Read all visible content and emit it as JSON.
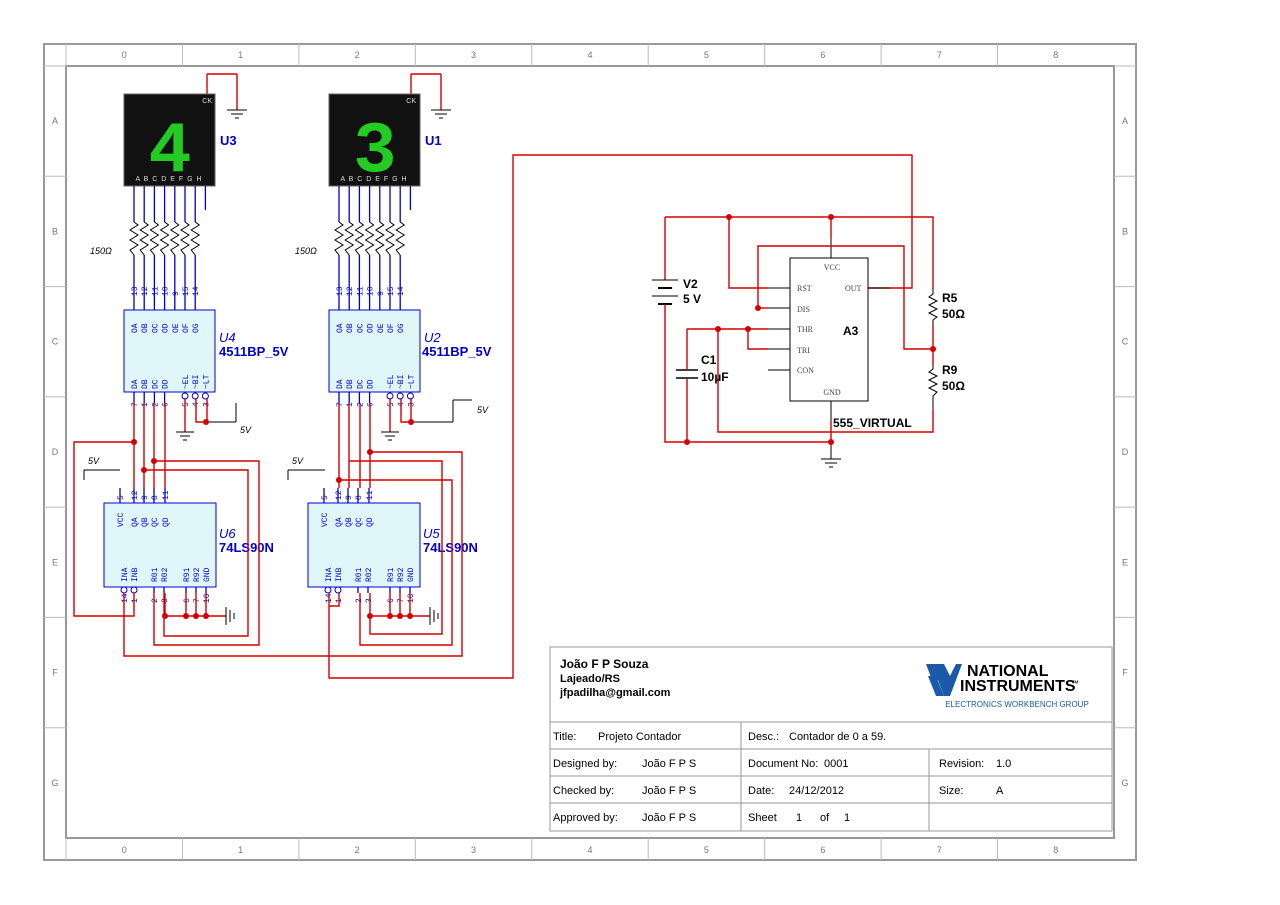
{
  "grid": {
    "columns": [
      "0",
      "1",
      "2",
      "3",
      "4",
      "5",
      "6",
      "7",
      "8"
    ],
    "rows": [
      "A",
      "B",
      "C",
      "D",
      "E",
      "F",
      "G"
    ]
  },
  "displays": [
    {
      "ref": "U3",
      "digit": "4",
      "ck": "CK",
      "segments": "A B C D E F G H"
    },
    {
      "ref": "U1",
      "digit": "3",
      "ck": "CK",
      "segments": "A B C D E F G H"
    }
  ],
  "resistor_arrays": [
    {
      "value": "150Ω",
      "pins": [
        "13",
        "12",
        "11",
        "10",
        "9",
        "15",
        "14"
      ]
    },
    {
      "value": "150Ω",
      "pins": [
        "13",
        "12",
        "11",
        "10",
        "9",
        "15",
        "14"
      ]
    }
  ],
  "decoders": [
    {
      "ref": "U4",
      "part": "4511BP_5V",
      "top_pins": [
        "OA",
        "OB",
        "OC",
        "OD",
        "OE",
        "OF",
        "OG"
      ],
      "bottom_pins": [
        "DA",
        "DB",
        "DC",
        "DD",
        "~EL",
        "~BI",
        "~LT"
      ],
      "bottom_nums": [
        "7",
        "1",
        "2",
        "6",
        "5",
        "4",
        "3"
      ],
      "vcc": "5V"
    },
    {
      "ref": "U2",
      "part": "4511BP_5V",
      "top_pins": [
        "OA",
        "OB",
        "OC",
        "OD",
        "OE",
        "OF",
        "OG"
      ],
      "bottom_pins": [
        "DA",
        "DB",
        "DC",
        "DD",
        "~EL",
        "~BI",
        "~LT"
      ],
      "bottom_nums": [
        "7",
        "1",
        "2",
        "6",
        "5",
        "4",
        "3"
      ],
      "vcc": "5V"
    }
  ],
  "counters": [
    {
      "ref": "U6",
      "part": "74LS90N",
      "top_pins": [
        "VCC",
        "QA",
        "QB",
        "QC",
        "QD"
      ],
      "top_nums": [
        "5",
        "12",
        "9",
        "8",
        "11"
      ],
      "bottom_pins": [
        "INA",
        "INB",
        "R01",
        "R02",
        "R91",
        "R92",
        "GND"
      ],
      "bottom_nums": [
        "14",
        "1",
        "2",
        "3",
        "6",
        "7",
        "10"
      ],
      "vcc": "5V"
    },
    {
      "ref": "U5",
      "part": "74LS90N",
      "top_pins": [
        "VCC",
        "QA",
        "QB",
        "QC",
        "QD"
      ],
      "top_nums": [
        "5",
        "12",
        "9",
        "8",
        "11"
      ],
      "bottom_pins": [
        "INA",
        "INB",
        "R01",
        "R02",
        "R91",
        "R92",
        "GND"
      ],
      "bottom_nums": [
        "14",
        "1",
        "2",
        "3",
        "6",
        "7",
        "10"
      ],
      "vcc": "5V"
    }
  ],
  "timer": {
    "ref": "A3",
    "part": "555_VIRTUAL",
    "pins": {
      "vcc": "VCC",
      "rst": "RST",
      "dis": "DIS",
      "thr": "THR",
      "tri": "TRI",
      "con": "CON",
      "gnd": "GND",
      "out": "OUT"
    }
  },
  "passives": {
    "v2_ref": "V2",
    "v2_value": "5 V",
    "c1_ref": "C1",
    "c1_value": "10µF",
    "r5_ref": "R5",
    "r5_value": "50Ω",
    "r9_ref": "R9",
    "r9_value": "50Ω"
  },
  "title_block": {
    "author": "João F P Souza",
    "city": "Lajeado/RS",
    "email": "jfpadilha@gmail.com",
    "logo_line1": "NATIONAL",
    "logo_line2": "INSTRUMENTS",
    "logo_tm": "™",
    "logo_sub": "ELECTRONICS WORKBENCH GROUP",
    "title_label": "Title:",
    "title_value": "Projeto Contador",
    "desc_label": "Desc.:",
    "desc_value": "Contador de 0 a 59.",
    "designed_label": "Designed by:",
    "designed_value": "João F P S",
    "docno_label": "Document No:",
    "docno_value": "0001",
    "revision_label": "Revision:",
    "revision_value": "1.0",
    "checked_label": "Checked by:",
    "checked_value": "João F P S",
    "date_label": "Date:",
    "date_value": "24/12/2012",
    "size_label": "Size:",
    "size_value": "A",
    "approved_label": "Approved by:",
    "approved_value": "João F P S",
    "sheet_label": "Sheet",
    "sheet_value": "1",
    "of_label": "of",
    "of_value": "1"
  },
  "colors": {
    "wire": "#d40000",
    "pin_wire": "#0000cc",
    "chip_fill": "#dff6fb",
    "segment_on": "#22cc22",
    "display_bg": "#111111"
  }
}
